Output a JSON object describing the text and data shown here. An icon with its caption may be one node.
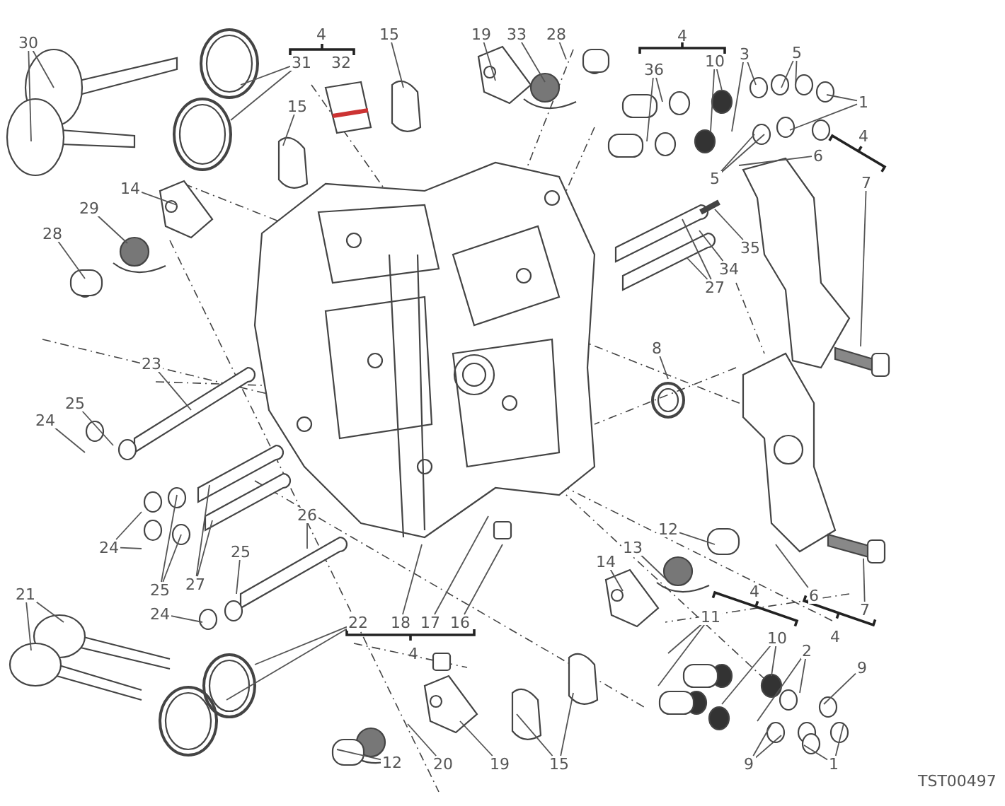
{
  "diagram": {
    "nodes": [
      {
        "text": [
          "30"
        ]
      },
      {
        "text": [
          "31"
        ]
      },
      {
        "text": [
          "15"
        ]
      },
      {
        "text": [
          "15"
        ]
      },
      {
        "text": [
          "19"
        ]
      },
      {
        "text": [
          "33"
        ]
      },
      {
        "text": [
          "28"
        ]
      },
      {
        "text": [
          "36"
        ]
      },
      {
        "text": [
          "10"
        ]
      },
      {
        "text": [
          "3"
        ]
      },
      {
        "text": [
          "5"
        ]
      },
      {
        "text": [
          "1"
        ]
      },
      {
        "text": [
          "5"
        ]
      },
      {
        "text": [
          "6"
        ]
      },
      {
        "text": [
          "7"
        ]
      },
      {
        "text": [
          "14"
        ]
      },
      {
        "text": [
          "29"
        ]
      },
      {
        "text": [
          "28"
        ]
      },
      {
        "text": [
          "35"
        ]
      },
      {
        "text": [
          "34"
        ]
      },
      {
        "text": [
          "27"
        ]
      },
      {
        "text": [
          "8"
        ]
      },
      {
        "text": [
          "23"
        ]
      },
      {
        "text": [
          "25"
        ]
      },
      {
        "text": [
          "24"
        ]
      },
      {
        "text": [
          "24"
        ]
      },
      {
        "text": [
          "25"
        ]
      },
      {
        "text": [
          "27"
        ]
      },
      {
        "text": [
          "26"
        ]
      },
      {
        "text": [
          "25"
        ]
      },
      {
        "text": [
          "24"
        ]
      },
      {
        "text": [
          "21"
        ]
      },
      {
        "text": [
          "22"
        ]
      },
      {
        "text": [
          "18"
        ]
      },
      {
        "text": [
          "17"
        ]
      },
      {
        "text": [
          "16"
        ]
      },
      {
        "text": [
          "12"
        ]
      },
      {
        "text": [
          "13"
        ]
      },
      {
        "text": [
          "14"
        ]
      },
      {
        "text": [
          "6"
        ]
      },
      {
        "text": [
          "7"
        ]
      },
      {
        "text": [
          "11"
        ]
      },
      {
        "text": [
          "10"
        ]
      },
      {
        "text": [
          "2"
        ]
      },
      {
        "text": [
          "9"
        ]
      },
      {
        "text": [
          "9"
        ]
      },
      {
        "text": [
          "1"
        ]
      },
      {
        "text": [
          "12"
        ]
      },
      {
        "text": [
          "20"
        ]
      },
      {
        "text": [
          "19"
        ]
      },
      {
        "text": [
          "15"
        ]
      }
    ],
    "edges": [
      {
        "from": 0,
        "to": null,
        "arrow": "none"
      },
      {
        "from": 0,
        "to": null,
        "arrow": "none"
      },
      {
        "from": 1,
        "to": null,
        "arrow": "none"
      },
      {
        "from": 1,
        "to": null,
        "arrow": "none"
      },
      {
        "from": 2,
        "to": null,
        "arrow": "none"
      },
      {
        "from": 3,
        "to": null,
        "arrow": "none"
      },
      {
        "from": 4,
        "to": null,
        "arrow": "none"
      },
      {
        "from": 5,
        "to": null,
        "arrow": "none"
      },
      {
        "from": 6,
        "to": null,
        "arrow": "none"
      },
      {
        "from": 7,
        "to": null,
        "arrow": "none"
      },
      {
        "from": 7,
        "to": null,
        "arrow": "none"
      },
      {
        "from": 8,
        "to": null,
        "arrow": "none"
      },
      {
        "from": 8,
        "to": null,
        "arrow": "none"
      },
      {
        "from": 9,
        "to": null,
        "arrow": "none"
      },
      {
        "from": 9,
        "to": null,
        "arrow": "none"
      },
      {
        "from": 10,
        "to": null,
        "arrow": "none"
      },
      {
        "from": 10,
        "to": null,
        "arrow": "none"
      },
      {
        "from": 11,
        "to": null,
        "arrow": "none"
      },
      {
        "from": 11,
        "to": null,
        "arrow": "none"
      },
      {
        "from": 12,
        "to": null,
        "arrow": "none"
      },
      {
        "from": 12,
        "to": null,
        "arrow": "none"
      },
      {
        "from": 13,
        "to": null,
        "arrow": "none"
      },
      {
        "from": 14,
        "to": null,
        "arrow": "none"
      },
      {
        "from": 15,
        "to": null,
        "arrow": "none"
      },
      {
        "from": 16,
        "to": null,
        "arrow": "none"
      },
      {
        "from": 17,
        "to": null,
        "arrow": "none"
      },
      {
        "from": 18,
        "to": null,
        "arrow": "none"
      },
      {
        "from": 19,
        "to": null,
        "arrow": "none"
      },
      {
        "from": 20,
        "to": null,
        "arrow": "none"
      },
      {
        "from": 20,
        "to": null,
        "arrow": "none"
      },
      {
        "from": 21,
        "to": null,
        "arrow": "none"
      },
      {
        "from": 22,
        "to": null,
        "arrow": "none"
      },
      {
        "from": 23,
        "to": null,
        "arrow": "none"
      },
      {
        "from": 24,
        "to": null,
        "arrow": "none"
      },
      {
        "from": 25,
        "to": null,
        "arrow": "none"
      },
      {
        "from": 25,
        "to": null,
        "arrow": "none"
      },
      {
        "from": 26,
        "to": null,
        "arrow": "none"
      },
      {
        "from": 26,
        "to": null,
        "arrow": "none"
      },
      {
        "from": 27,
        "to": null,
        "arrow": "none"
      },
      {
        "from": 27,
        "to": null,
        "arrow": "none"
      },
      {
        "from": 28,
        "to": null,
        "arrow": "none"
      },
      {
        "from": 29,
        "to": null,
        "arrow": "none"
      },
      {
        "from": 30,
        "to": null,
        "arrow": "none"
      },
      {
        "from": 31,
        "to": null,
        "arrow": "none"
      },
      {
        "from": 31,
        "to": null,
        "arrow": "none"
      },
      {
        "from": 32,
        "to": null,
        "arrow": "none"
      },
      {
        "from": 32,
        "to": null,
        "arrow": "none"
      },
      {
        "from": 33,
        "to": null,
        "arrow": "none"
      },
      {
        "from": 34,
        "to": null,
        "arrow": "none"
      },
      {
        "from": 35,
        "to": null,
        "arrow": "none"
      },
      {
        "from": 36,
        "to": null,
        "arrow": "none"
      },
      {
        "from": 37,
        "to": null,
        "arrow": "none"
      },
      {
        "from": 38,
        "to": null,
        "arrow": "none"
      },
      {
        "from": 39,
        "to": null,
        "arrow": "none"
      },
      {
        "from": 40,
        "to": null,
        "arrow": "none"
      },
      {
        "from": 41,
        "to": null,
        "arrow": "none"
      },
      {
        "from": 41,
        "to": null,
        "arrow": "none"
      },
      {
        "from": 42,
        "to": null,
        "arrow": "none"
      },
      {
        "from": 42,
        "to": null,
        "arrow": "none"
      },
      {
        "from": 43,
        "to": null,
        "arrow": "none"
      },
      {
        "from": 43,
        "to": null,
        "arrow": "none"
      },
      {
        "from": 44,
        "to": null,
        "arrow": "none"
      },
      {
        "from": 45,
        "to": null,
        "arrow": "none"
      },
      {
        "from": 45,
        "to": null,
        "arrow": "none"
      },
      {
        "from": 46,
        "to": null,
        "arrow": "none"
      },
      {
        "from": 46,
        "to": null,
        "arrow": "none"
      },
      {
        "from": 47,
        "to": null,
        "arrow": "none"
      },
      {
        "from": 48,
        "to": null,
        "arrow": "none"
      },
      {
        "from": 49,
        "to": null,
        "arrow": "none"
      },
      {
        "from": 50,
        "to": null,
        "arrow": "none"
      },
      {
        "from": 50,
        "to": null,
        "arrow": "none"
      }
    ],
    "labels": [
      "4",
      "32",
      "4",
      "4",
      "4",
      "4",
      "4",
      "TST00497"
    ]
  }
}
